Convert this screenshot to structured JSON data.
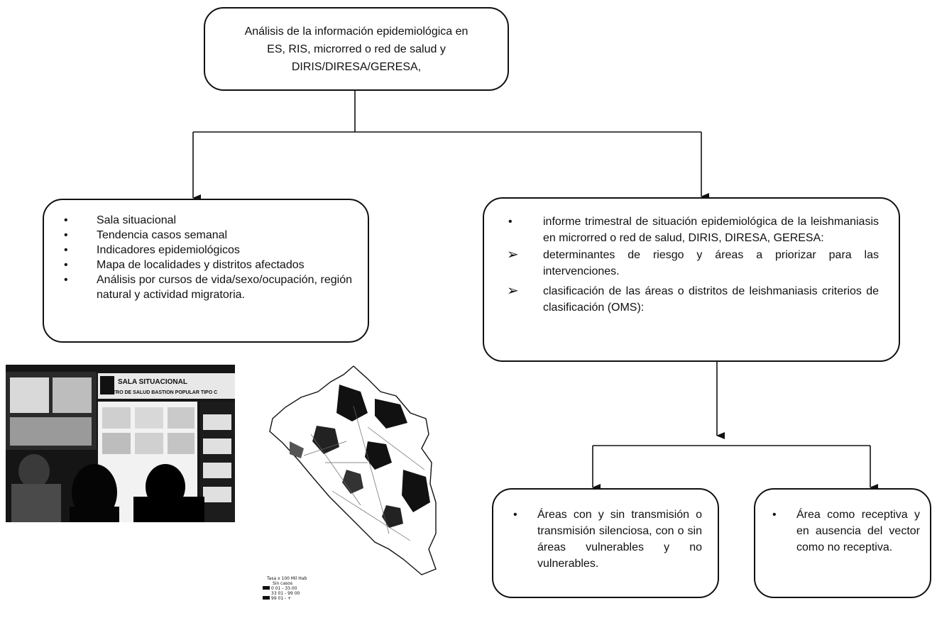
{
  "top_box": {
    "lines": [
      "Análisis de la información epidemiológica en",
      "ES, RIS, microrred o red de salud y",
      "DIRIS/DIRESA/GERESA,"
    ]
  },
  "left_box": {
    "items": [
      "Sala situacional",
      "Tendencia casos semanal",
      "Indicadores epidemiológicos",
      "Mapa de localidades y distritos afectados",
      "Análisis por cursos de vida/sexo/ocupación, región natural y actividad migratoria."
    ]
  },
  "right_box": {
    "main_item": "informe trimestral de situación epidemiológica de la leishmaniasis en microrred o red de salud, DIRIS, DIRESA, GERESA:",
    "sub_items": [
      "determinantes de riesgo y áreas a priorizar para las intervenciones.",
      "clasificación de las áreas o distritos de leishmaniasis criterios de clasificación (OMS):"
    ]
  },
  "bottom_left_box": {
    "item": "Áreas con y sin transmisión o transmisión silenciosa, con o sin áreas vulnerables y no vulnerables."
  },
  "bottom_right_box": {
    "item": "Área como receptiva y en ausencia del vector como no receptiva."
  },
  "photo": {
    "sign_line1": "SALA SITUACIONAL",
    "sign_line2": "CENTRO DE SALUD BASTION POPULAR TIPO C"
  },
  "map_legend": {
    "title": "Tasa x 100 Mil Hab",
    "rows": [
      "Sin casos",
      "0 01 - 33.00",
      "33 01 - 99 00",
      "99 01 - +"
    ]
  },
  "colors": {
    "line": "#111111",
    "box_border": "#111111",
    "background": "#ffffff"
  }
}
